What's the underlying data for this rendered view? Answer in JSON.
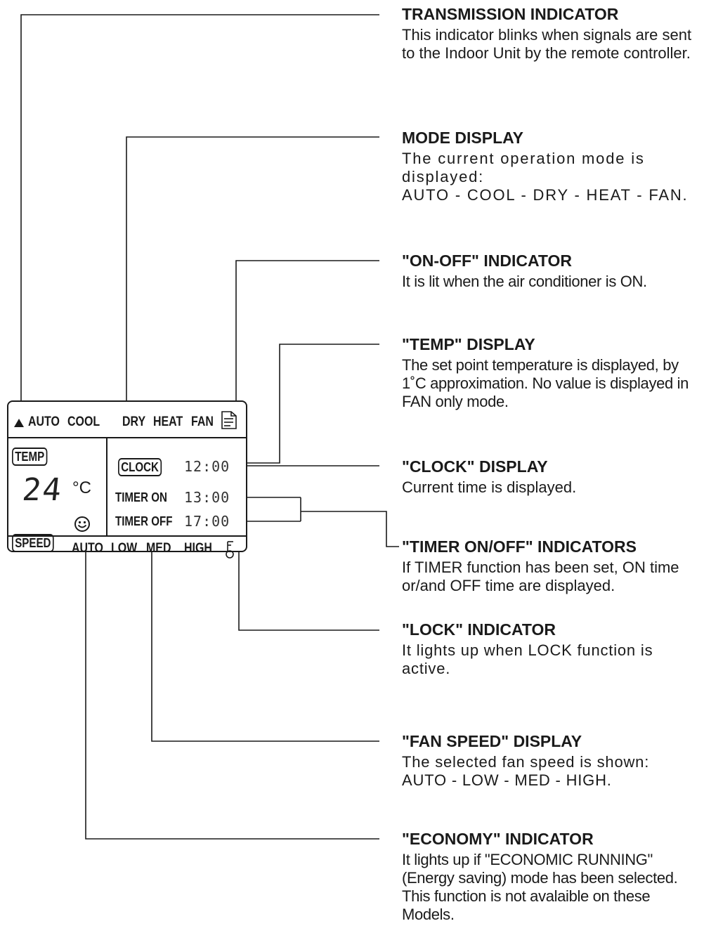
{
  "callouts": [
    {
      "title": "TRANSMISSION INDICATOR",
      "body": "This indicator blinks when signals are sent to the Indoor Unit by the remote controller."
    },
    {
      "title": "MODE DISPLAY",
      "body": "The current operation mode is displayed:\nAUTO - COOL - DRY - HEAT - FAN."
    },
    {
      "title": "\"ON-OFF\" INDICATOR",
      "body": "It is lit when the air conditioner is ON."
    },
    {
      "title": "\"TEMP\" DISPLAY",
      "body": "The set point temperature is displayed, by 1˚C approximation. No value is displayed in FAN only mode."
    },
    {
      "title": "\"CLOCK\" DISPLAY",
      "body": "Current time is displayed."
    },
    {
      "title": "\"TIMER ON/OFF\" INDICATORS",
      "body": "If TIMER function has been set, ON time or/and OFF time are displayed."
    },
    {
      "title": "\"LOCK\" INDICATOR",
      "body": "It lights up when LOCK function is active."
    },
    {
      "title": "\"FAN SPEED\" DISPLAY",
      "body": "The selected fan speed is shown:\nAUTO - LOW - MED - HIGH."
    },
    {
      "title": "\"ECONOMY\" INDICATOR",
      "body": "It lights up if \"ECONOMIC RUNNING\" (Energy saving) mode has been selected. This function is not avalaible on these Models."
    }
  ],
  "panel": {
    "modes": [
      "AUTO",
      "COOL",
      "DRY",
      "HEAT",
      "FAN"
    ],
    "temp_label": "TEMP",
    "temp_value": "24",
    "temp_unit": "°C",
    "clock_label": "CLOCK",
    "clock_time": "12:00",
    "timer_on_label": "TIMER ON",
    "timer_on_time": "13:00",
    "timer_off_label": "TIMER OFF",
    "timer_off_time": "17:00",
    "speed_label": "SPEED",
    "speeds": [
      "AUTO",
      "LOW",
      "MED",
      "HIGH"
    ],
    "icons": {
      "transmission": "triangle-up-icon",
      "on_off": "document-icon",
      "economy": "smiley-icon",
      "lock": "key-icon"
    }
  }
}
